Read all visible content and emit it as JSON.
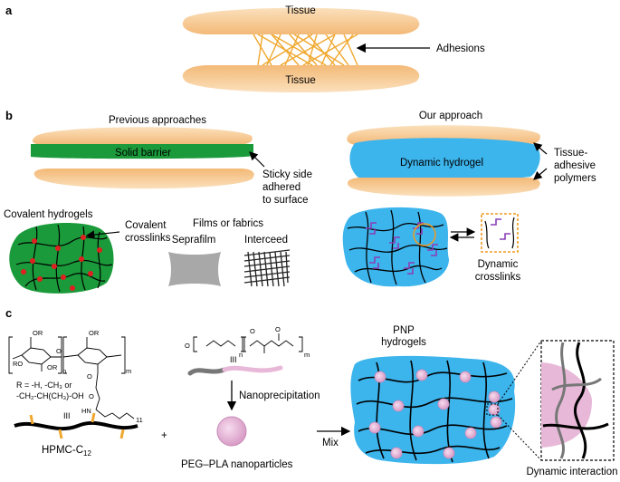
{
  "panel_a": {
    "letter": "a",
    "tissue_top": "Tissue",
    "tissue_bottom": "Tissue",
    "adhesions": "Adhesions"
  },
  "panel_b": {
    "letter": "b",
    "previous_title": "Previous approaches",
    "solid_barrier": "Solid barrier",
    "sticky_side": [
      "Sticky side",
      "adhered",
      "to surface"
    ],
    "our_title": "Our approach",
    "dynamic_hydrogel": "Dynamic hydrogel",
    "tissue_adhesive": [
      "Tissue-",
      "adhesive",
      "polymers"
    ],
    "covalent_hydrogels": "Covalent hydrogels",
    "covalent_crosslinks": [
      "Covalent",
      "crosslinks"
    ],
    "films_fabrics": "Films or fabrics",
    "seprafilm": "Seprafilm",
    "interceed": "Interceed",
    "dynamic_crosslinks": [
      "Dynamic",
      "crosslinks"
    ]
  },
  "panel_c": {
    "letter": "c",
    "r_def": [
      "R = -H, -CH₃ or",
      "-CH₂-CH(CH₃)-OH"
    ],
    "hpmc": "HPMC-C",
    "hpmc_sub": "12",
    "plus": "+",
    "nanoprecipitation": "Nanoprecipitation",
    "peg_pla": "PEG–PLA nanoparticles",
    "mix": "Mix",
    "pnp": [
      "PNP",
      "hydrogels"
    ],
    "dynamic_interaction": "Dynamic interaction",
    "chem_labels": [
      "OR",
      "RO",
      "OR",
      "O",
      "OR",
      "n",
      "m",
      "O",
      "HN",
      "11",
      "O",
      "O",
      "n",
      "O",
      "O",
      "m"
    ]
  },
  "colors": {
    "tissue": "#f6c58a",
    "adhesion": "#f0a830",
    "barrier_green": "#1a9a3a",
    "hydrogel_blue": "#3cb4ec",
    "crosslink_red": "#e02020",
    "dynamic_purple": "#8a3fb8",
    "nanoparticle_pink": "#e8b8d8",
    "dashed_orange": "#f09a20"
  }
}
